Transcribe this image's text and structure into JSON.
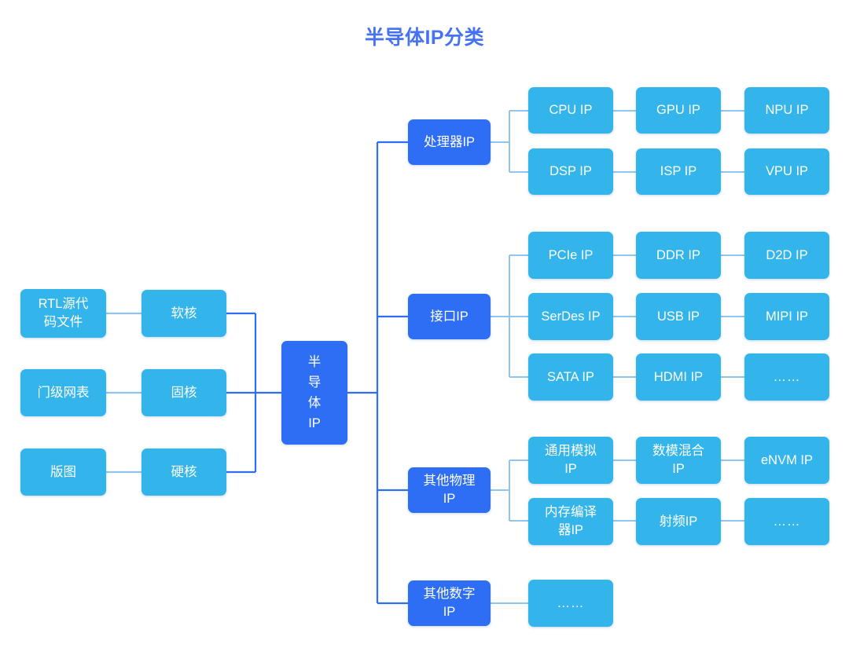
{
  "title": "半导体IP分类",
  "colors": {
    "title": "#4472f0",
    "node_light": "#33b5eb",
    "node_dark": "#2e6ef5",
    "wire_dark": "#2e6ef5",
    "wire_light": "#8fc5ef",
    "background": "#ffffff"
  },
  "root": {
    "label": "半\n导\n体\nIP"
  },
  "inputs": {
    "sources": [
      {
        "label": "RTL源代\n码文件"
      },
      {
        "label": "门级网表"
      },
      {
        "label": "版图"
      }
    ],
    "cores": [
      {
        "label": "软核"
      },
      {
        "label": "固核"
      },
      {
        "label": "硬核"
      }
    ]
  },
  "categories": [
    {
      "label": "处理器IP",
      "rows": [
        [
          {
            "label": "CPU IP"
          },
          {
            "label": "GPU IP"
          },
          {
            "label": "NPU IP"
          }
        ],
        [
          {
            "label": "DSP IP"
          },
          {
            "label": "ISP IP"
          },
          {
            "label": "VPU IP"
          }
        ]
      ]
    },
    {
      "label": "接口IP",
      "rows": [
        [
          {
            "label": "PCIe IP"
          },
          {
            "label": "DDR IP"
          },
          {
            "label": "D2D IP"
          }
        ],
        [
          {
            "label": "SerDes IP"
          },
          {
            "label": "USB IP"
          },
          {
            "label": "MIPI IP"
          }
        ],
        [
          {
            "label": "SATA IP"
          },
          {
            "label": "HDMI IP"
          },
          {
            "label": "……"
          }
        ]
      ]
    },
    {
      "label": "其他物理\nIP",
      "rows": [
        [
          {
            "label": "通用模拟\nIP"
          },
          {
            "label": "数模混合\nIP"
          },
          {
            "label": "eNVM IP"
          }
        ],
        [
          {
            "label": "内存编译\n器IP"
          },
          {
            "label": "射频IP"
          },
          {
            "label": "……"
          }
        ]
      ]
    },
    {
      "label": "其他数字\nIP",
      "rows": [
        [
          {
            "label": "……"
          }
        ]
      ]
    }
  ]
}
